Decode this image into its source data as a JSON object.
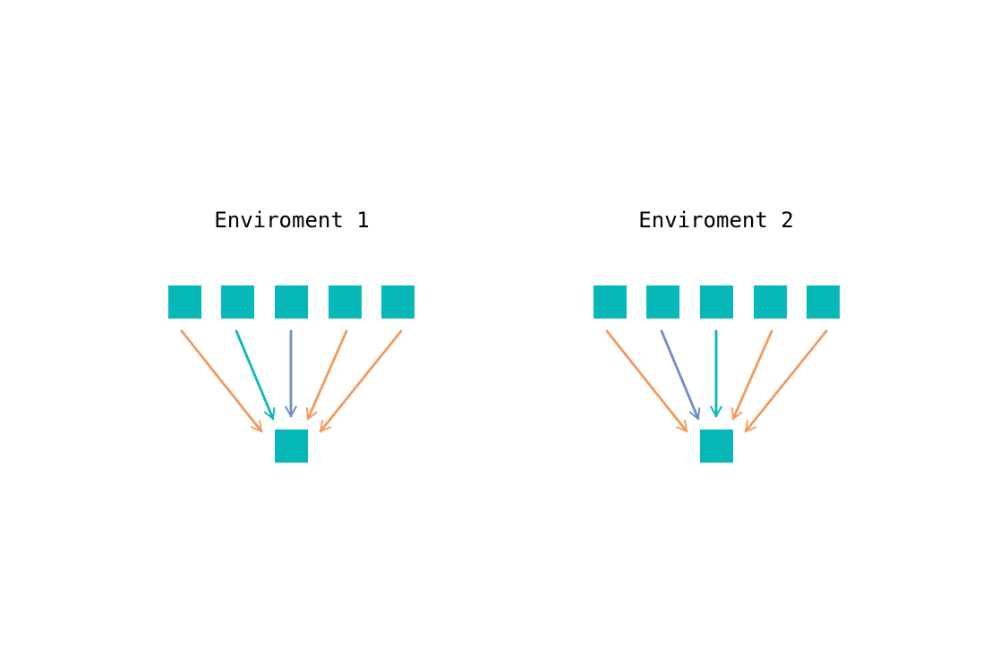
{
  "colors": {
    "node": "#07B8B8",
    "arrow_orange": "#F29A5E",
    "arrow_teal": "#07B8B8",
    "arrow_blue": "#6E8CC8",
    "background": "#FFFFFF",
    "text": "#000000"
  },
  "environments": [
    {
      "title": "Enviroment 1",
      "source_count": 5,
      "target_count": 1,
      "arrow_colors": [
        "orange",
        "teal",
        "blue",
        "orange",
        "orange"
      ]
    },
    {
      "title": "Enviroment 2",
      "source_count": 5,
      "target_count": 1,
      "arrow_colors": [
        "orange",
        "blue",
        "teal",
        "orange",
        "orange"
      ]
    }
  ]
}
